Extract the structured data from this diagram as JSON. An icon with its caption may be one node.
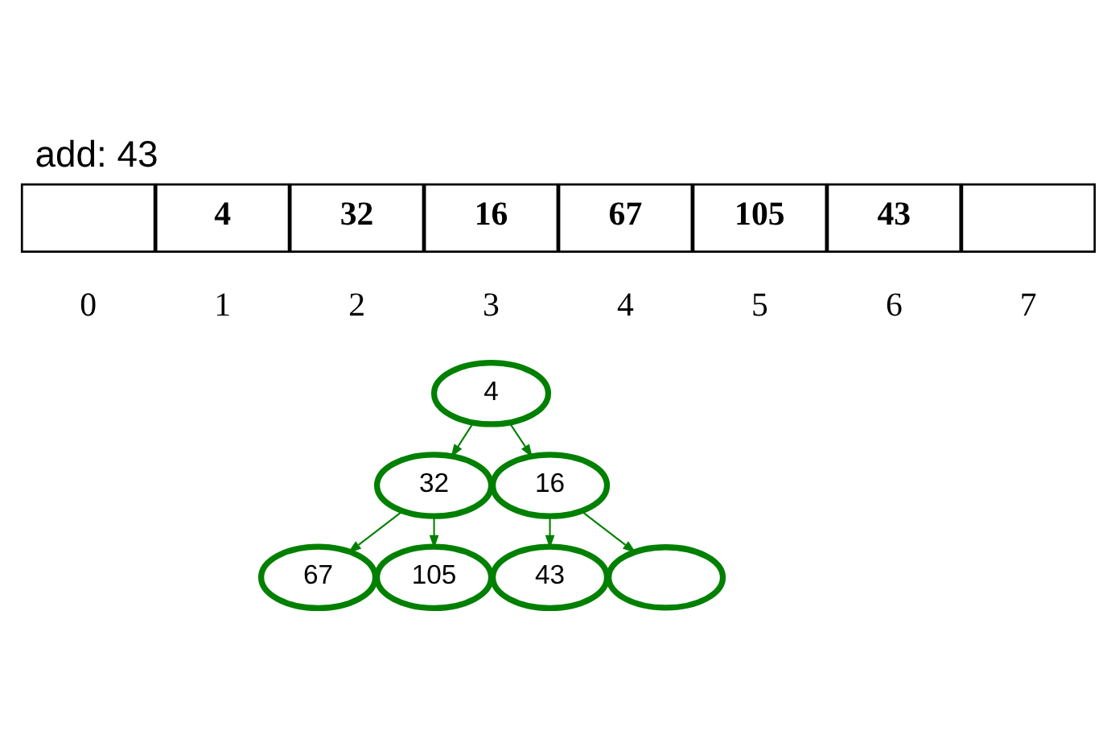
{
  "diagram": {
    "title": "add: 43",
    "nodes": [
      {
        "text": [],
        "shape": "box"
      },
      {
        "text": [
          "4"
        ]
      },
      {
        "text": [
          "32"
        ]
      },
      {
        "text": [
          "16"
        ]
      },
      {
        "text": [
          "67"
        ]
      },
      {
        "text": [
          "105"
        ]
      },
      {
        "text": [
          "43"
        ]
      },
      {
        "text": [],
        "shape": "box"
      },
      {
        "text": [
          "4"
        ]
      },
      {
        "text": [
          "32"
        ]
      },
      {
        "text": [
          "16"
        ]
      },
      {
        "text": [
          "67"
        ]
      },
      {
        "text": [
          "105"
        ]
      },
      {
        "text": [
          "43"
        ]
      },
      {
        "text": [],
        "shape": "ellipse"
      }
    ],
    "edges": [
      {
        "from": 8,
        "to": 9,
        "arrow": "to"
      },
      {
        "from": 8,
        "to": 10,
        "arrow": "to"
      },
      {
        "from": 9,
        "to": 11,
        "arrow": "to"
      },
      {
        "from": 9,
        "to": 12,
        "arrow": "to"
      },
      {
        "from": 10,
        "to": 13,
        "arrow": "to"
      },
      {
        "from": 10,
        "to": 14,
        "arrow": "to"
      }
    ],
    "labels": [
      "0",
      "1",
      "2",
      "3",
      "4",
      "5",
      "6",
      "7"
    ]
  }
}
